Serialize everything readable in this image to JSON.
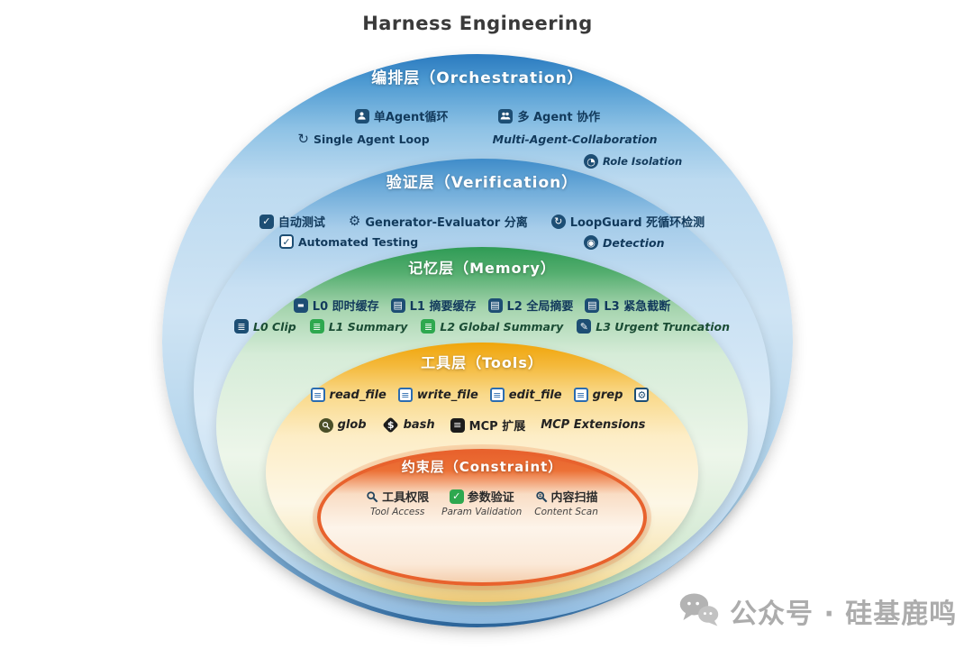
{
  "title": "Harness Engineering",
  "layers": {
    "orchestration": {
      "header": "编排层（Orchestration）",
      "single_agent_cn": "单Agent循环",
      "multi_agent_cn": "多 Agent 协作",
      "single_agent_en": "Single Agent Loop",
      "multi_agent_en": "Multi-Agent-Collaboration",
      "role_isolation": "Role Isolation"
    },
    "verification": {
      "header": "验证层（Verification）",
      "auto_test_cn": "自动测试",
      "gen_eval": "Generator-Evaluator 分离",
      "loopguard": "LoopGuard 死循环检测",
      "auto_test_en": "Automated Testing",
      "detection": "Detection"
    },
    "memory": {
      "header": "记忆层（Memory）",
      "row1": [
        "L0 即时缓存",
        "L1 摘要缓存",
        "L2 全局摘要",
        "L3 紧急截断"
      ],
      "row2": [
        "L0 Clip",
        "L1 Summary",
        "L2 Global Summary",
        "L3 Urgent Truncation"
      ]
    },
    "tools": {
      "header": "工具层（Tools）",
      "files": [
        "read_file",
        "write_file",
        "edit_file",
        "grep"
      ],
      "row2": [
        "glob",
        "bash",
        "MCP 扩展",
        "MCP Extensions"
      ]
    },
    "constraint": {
      "header": "约束层（Constraint）",
      "items": [
        {
          "cn": "工具权限",
          "en": "Tool Access"
        },
        {
          "cn": "参数验证",
          "en": "Param Validation"
        },
        {
          "cn": "内容扫描",
          "en": "Content Scan"
        }
      ]
    }
  },
  "watermark": "公众号 · 硅基鹿鸣"
}
